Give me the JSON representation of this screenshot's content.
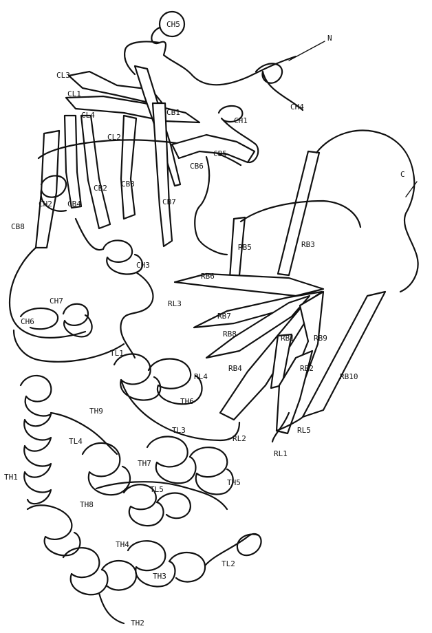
{
  "structure": {
    "terminus_n": "N",
    "terminus_c": "C",
    "labels": {
      "ch5": "CH5",
      "cl3": "CL3",
      "cl1": "CL1",
      "cl4": "CL4",
      "cb1": "CB1",
      "ch1": "CH1",
      "ch4": "CH4",
      "cl2": "CL2",
      "cb5": "CB5",
      "cb6": "CB6",
      "cb3": "CB3",
      "cb2": "CB2",
      "ch2": "CH2",
      "cb4": "CB4",
      "cb7": "CB7",
      "cb8": "CB8",
      "ch3": "CH3",
      "ch7": "CH7",
      "ch6": "CH6",
      "tl1": "TL1",
      "rb5": "RB5",
      "rb3": "RB3",
      "rb6": "RB6",
      "rl3": "RL3",
      "rb7": "RB7",
      "rb8": "RB8",
      "rb1": "RB1",
      "rb9": "RB9",
      "rb2": "RB2",
      "rb4": "RB4",
      "rl4": "RL4",
      "rb10": "RB10",
      "th6": "TH6",
      "th9": "TH9",
      "tl3": "TL3",
      "rl2": "RL2",
      "rl5": "RL5",
      "rl1": "RL1",
      "tl4": "TL4",
      "th7": "TH7",
      "th1": "TH1",
      "th5": "TH5",
      "tl5": "TL5",
      "th8": "TH8",
      "th4": "TH4",
      "th3": "TH3",
      "tl2": "TL2",
      "th2": "TH2"
    }
  }
}
